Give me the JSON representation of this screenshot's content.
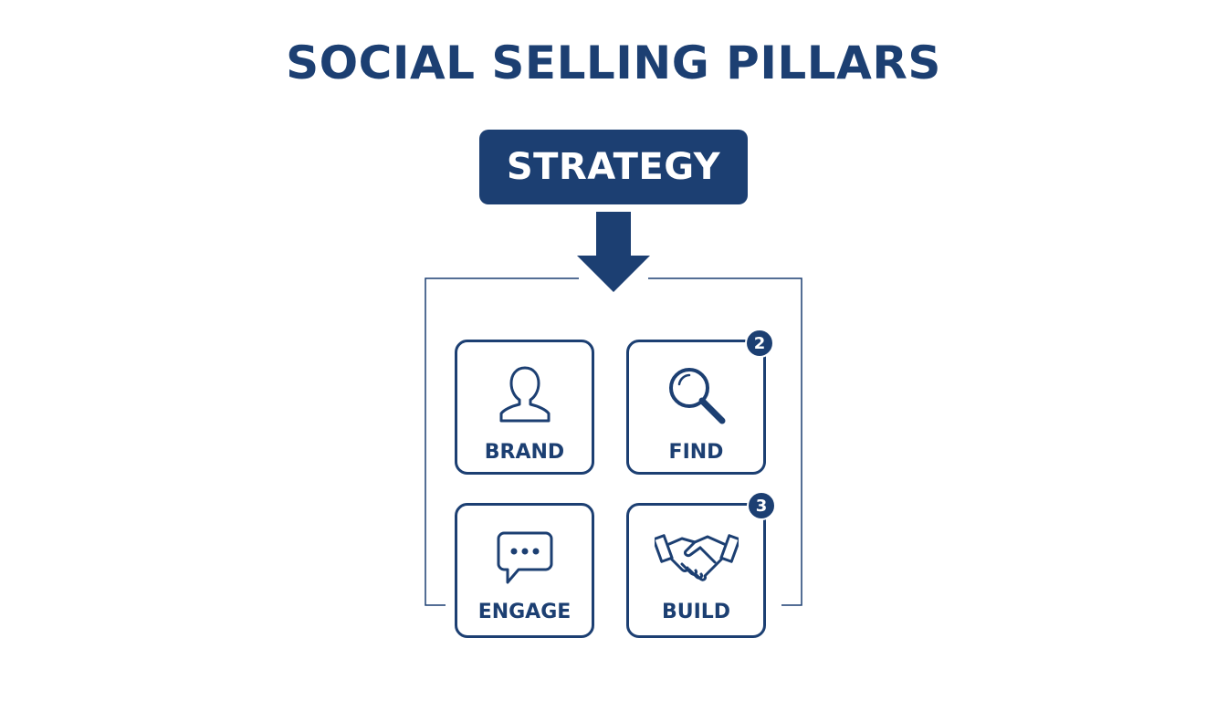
{
  "title": "SOCIAL SELLING PILLARS",
  "strategy": {
    "label": "STRATEGY"
  },
  "pillars": [
    {
      "label": "BRAND",
      "icon": "person-icon",
      "badge": ""
    },
    {
      "label": "FIND",
      "icon": "magnifier-icon",
      "badge": "2"
    },
    {
      "label": "ENGAGE",
      "icon": "chat-bubble-icon",
      "badge": ""
    },
    {
      "label": "BUILD",
      "icon": "handshake-icon",
      "badge": "3"
    }
  ],
  "colors": {
    "primary": "#1c3f72",
    "background": "#ffffff"
  }
}
